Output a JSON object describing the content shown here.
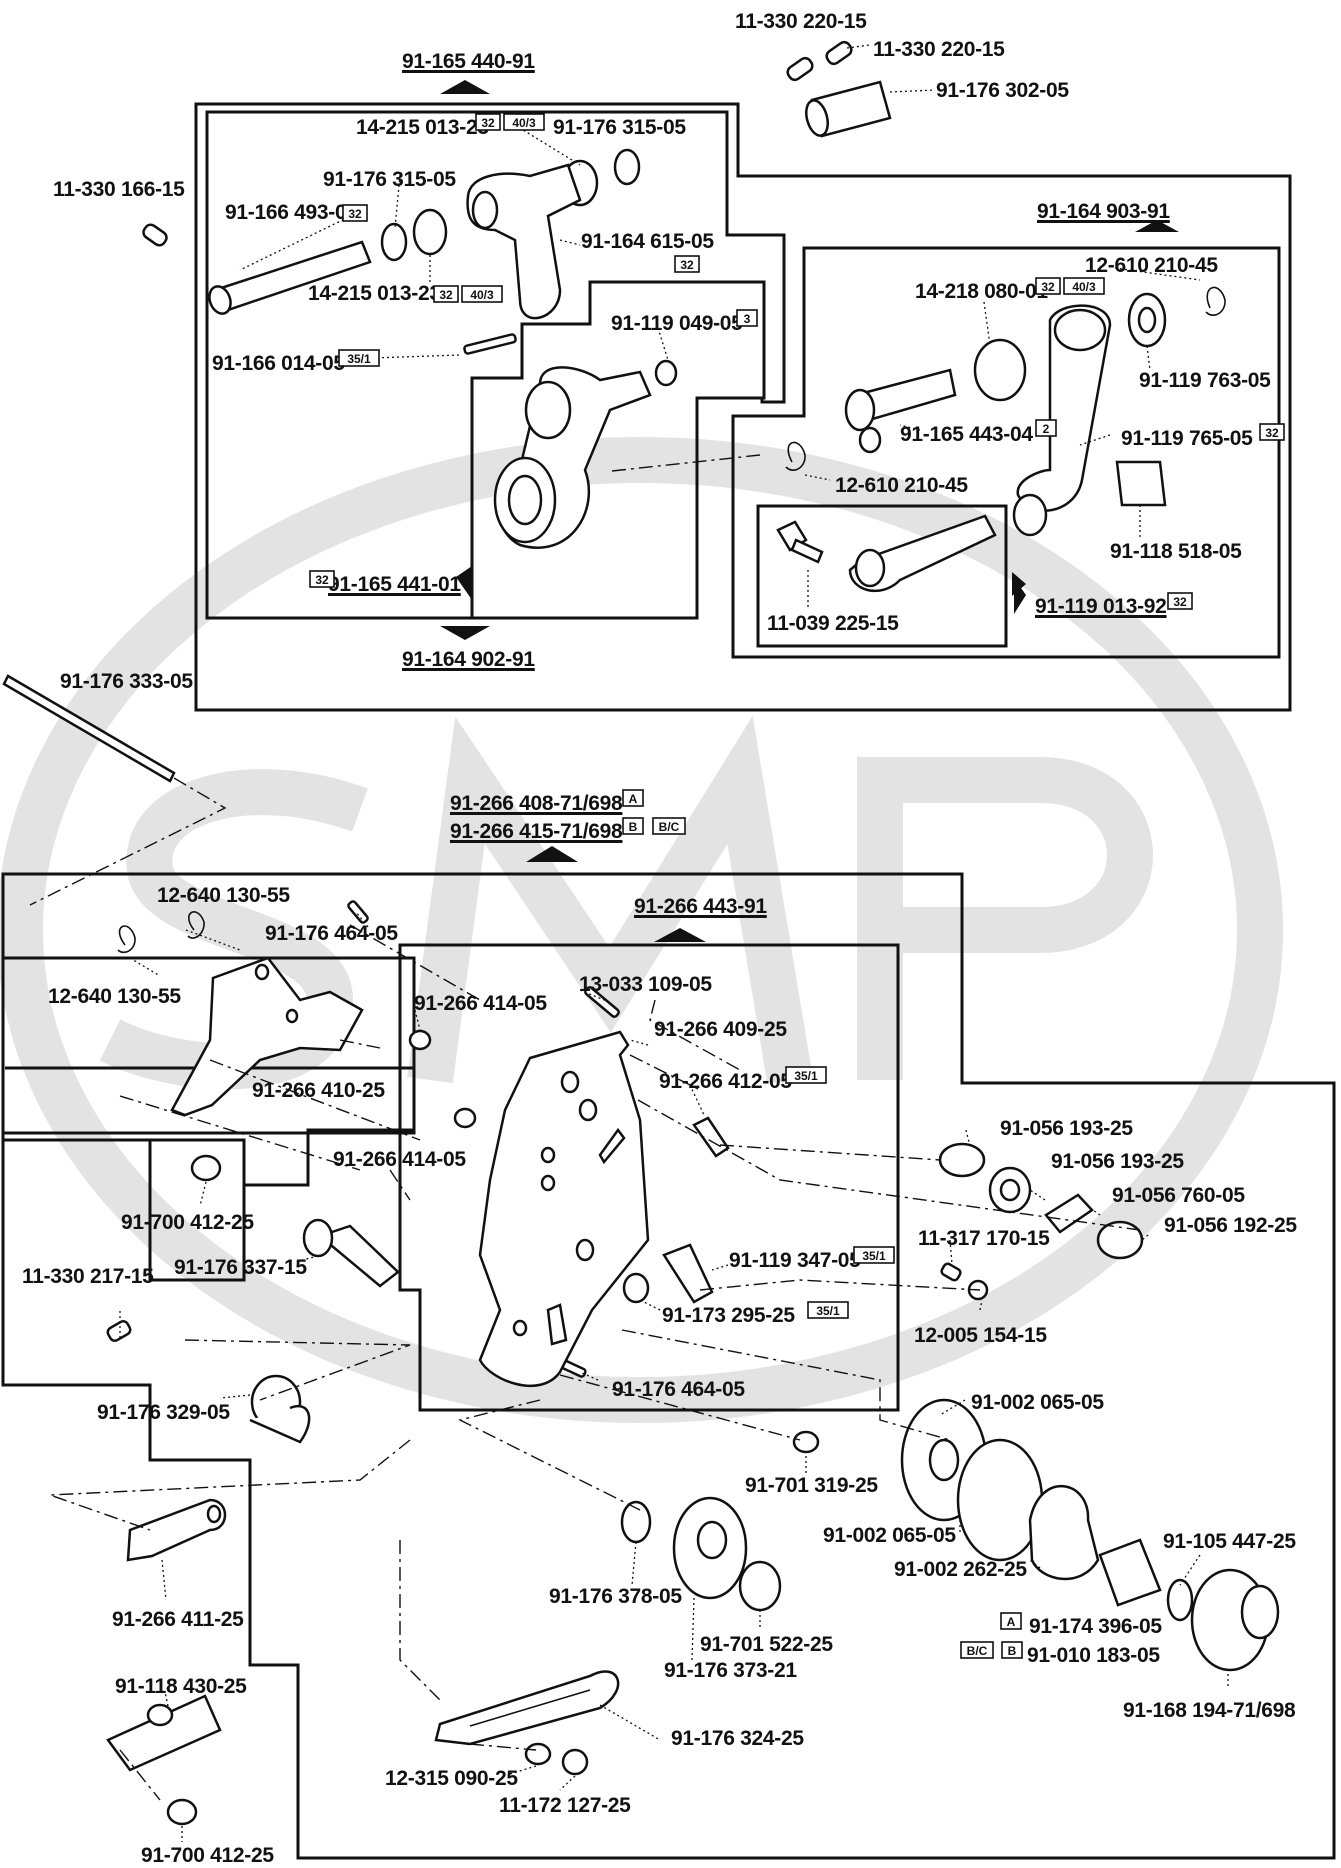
{
  "watermark": {
    "text": "SMP",
    "color": "#e3e3e3"
  },
  "assemblies": {
    "top_left_assembly": "91-165 440-91",
    "top_left_inner_a": "91-165 441-01",
    "top_left_inner_b": "91-164 902-91",
    "top_right_assembly": "91-164 903-91",
    "top_right_inner": "91-119 013-92",
    "bottom_assembly_a": "91-266 408-71/698",
    "bottom_assembly_b": "91-266 415-71/698",
    "bottom_inner": "91-266 443-91"
  },
  "labels": {
    "p01": "11-330 220-15",
    "p02": "11-330 220-15",
    "p03": "91-176 302-05",
    "p04": "14-215 013-23",
    "p05": "91-176 315-05",
    "p06": "11-330 166-15",
    "p07": "91-176 315-05",
    "p08": "91-166 493-05",
    "p09": "91-164 615-05",
    "p10": "14-215 013-23",
    "p11": "12-610 210-45",
    "p12": "14-218 080-01",
    "p13": "91-119 049-05",
    "p14": "91-166 014-05",
    "p15": "91-119 763-05",
    "p16": "91-165 443-04",
    "p17": "91-119 765-05",
    "p18": "12-610 210-45",
    "p19": "91-118 518-05",
    "p20": "11-039 225-15",
    "p21": "91-176 333-05",
    "p22": "12-640 130-55",
    "p23": "91-176 464-05",
    "p24": "12-640 130-55",
    "p25": "13-033 109-05",
    "p26": "91-266 414-05",
    "p27": "91-266 409-25",
    "p28": "91-266 410-25",
    "p29": "91-266 412-05",
    "p30": "91-056 193-25",
    "p31": "91-056 193-25",
    "p32": "91-266 414-05",
    "p33": "91-056 760-05",
    "p34": "91-056 192-25",
    "p35": "91-700 412-25",
    "p36": "11-317 170-15",
    "p37": "91-119 347-05",
    "p38": "91-176 337-15",
    "p39": "11-330 217-15",
    "p40": "91-173 295-25",
    "p41": "12-005 154-15",
    "p42": "91-002 065-05",
    "p43": "91-176 464-05",
    "p44": "91-176 329-05",
    "p45": "91-701 319-25",
    "p46": "91-002 065-05",
    "p47": "91-105 447-25",
    "p48": "91-002 262-25",
    "p49": "91-176 378-05",
    "p50": "91-701 522-25",
    "p51": "91-266 411-25",
    "p52": "91-174 396-05",
    "p53": "91-010 183-05",
    "p54": "91-176 373-21",
    "p55": "91-168 194-71/698",
    "p56": "91-118 430-25",
    "p57": "91-176 324-25",
    "p58": "12-315 090-25",
    "p59": "11-172 127-25",
    "p60": "91-700 412-25"
  },
  "tags": {
    "t32": "32",
    "t403": "40/3",
    "t3": "3",
    "t351": "35/1",
    "t2": "2",
    "tA": "A",
    "tB": "B",
    "tBC": "B/C"
  }
}
